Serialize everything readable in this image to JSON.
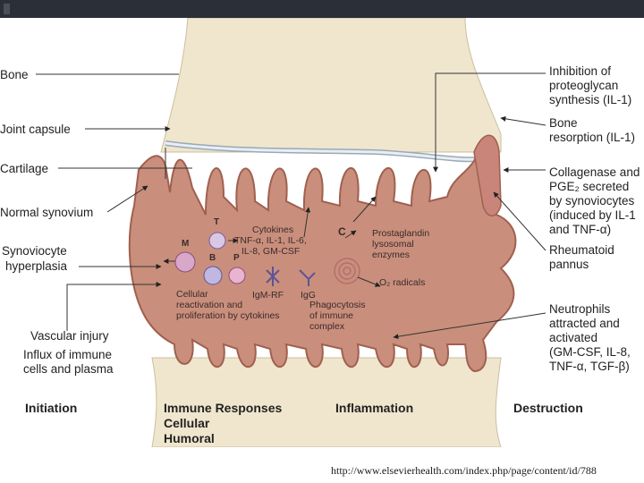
{
  "slide": {
    "footer_url": "http://www.elsevierhealth.com/index.php/page/content/id/788"
  },
  "labels_left": {
    "bone": "Bone",
    "joint_capsule": "Joint capsule",
    "cartilage": "Cartilage",
    "normal_synovium": "Normal synovium",
    "synoviocyte_1": "Synoviocyte",
    "synoviocyte_2": "hyperplasia",
    "vascular_injury": "Vascular injury",
    "influx_1": "Influx of immune",
    "influx_2": "cells and plasma"
  },
  "labels_right": {
    "inhibition_1": "Inhibition of",
    "inhibition_2": "proteoglycan",
    "inhibition_3": "synthesis (IL-1)",
    "bone_res_1": "Bone",
    "bone_res_2": "resorption (IL-1)",
    "collagenase_1": "Collagenase and",
    "collagenase_2": "PGE₂ secreted",
    "collagenase_3": "by synoviocytes",
    "collagenase_4": "(induced by IL-1",
    "collagenase_5": "and TNF-α)",
    "pannus_1": "Rheumatoid",
    "pannus_2": "pannus",
    "neutrophils_1": "Neutrophils",
    "neutrophils_2": "attracted and",
    "neutrophils_3": "activated",
    "neutrophils_4": "(GM-CSF, IL-8,",
    "neutrophils_5": "TNF-α, TGF-β)"
  },
  "inner": {
    "cytokines_1": "Cytokines",
    "cytokines_2": "TNF-α, IL-1, IL-6,",
    "cytokines_3": "IL-8, GM-CSF",
    "c": "C",
    "prostaglandin_1": "Prostaglandin",
    "prostaglandin_2": "lysosomal",
    "prostaglandin_3": "enzymes",
    "o2": "O₂ radicals",
    "t": "T",
    "m": "M",
    "b": "B",
    "p": "P",
    "igm_rf": "IgM-RF",
    "igg": "IgG",
    "cellular_1": "Cellular",
    "cellular_2": "reactivation and",
    "cellular_3": "proliferation by cytokines",
    "phago_1": "Phagocytosis",
    "phago_2": "of immune",
    "phago_3": "complex"
  },
  "stages": {
    "initiation": "Initiation",
    "immune_1": "Immune Responses",
    "immune_2": "Cellular",
    "immune_3": "Humoral",
    "inflammation": "Inflammation",
    "destruction": "Destruction"
  },
  "colors": {
    "bone": "#efe6cd",
    "synovium": "#c98f7c",
    "synovium_edge": "#a0604f",
    "cartilage": "#dfe6ee",
    "pannus": "#c9857a"
  }
}
